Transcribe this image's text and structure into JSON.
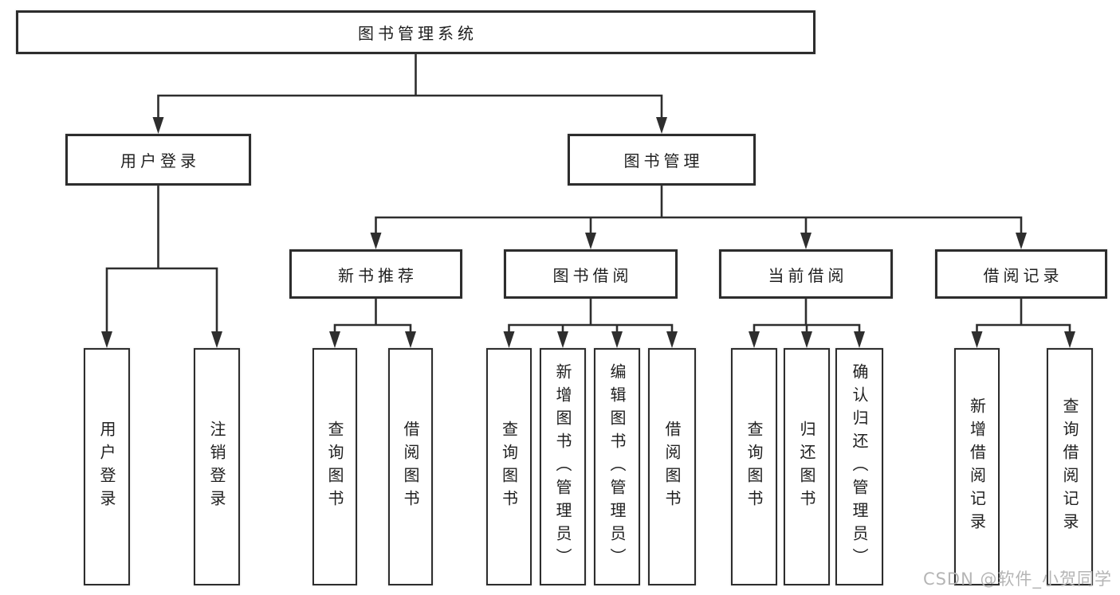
{
  "diagram": {
    "type": "hierarchy-diagram",
    "colors": {
      "line": "#2e2e2e",
      "box_border": "#2d2d2d",
      "text": "#1f1f1f",
      "watermark": "#b5b5b5",
      "background": "#ffffff"
    },
    "tree": {
      "root": {
        "label": "图书管理系统"
      },
      "branches": [
        {
          "label": "用户登录",
          "children": [
            {
              "label": "用户登录"
            },
            {
              "label": "注销登录"
            }
          ]
        },
        {
          "label": "图书管理",
          "groups": [
            {
              "label": "新书推荐",
              "children": [
                {
                  "label": "查询图书"
                },
                {
                  "label": "借阅图书"
                }
              ]
            },
            {
              "label": "图书借阅",
              "children": [
                {
                  "label": "查询图书"
                },
                {
                  "label": "新增图书（管理员）"
                },
                {
                  "label": "编辑图书（管理员）"
                },
                {
                  "label": "借阅图书"
                }
              ]
            },
            {
              "label": "当前借阅",
              "children": [
                {
                  "label": "查询图书"
                },
                {
                  "label": "归还图书"
                },
                {
                  "label": "确认归还（管理员）"
                }
              ]
            },
            {
              "label": "借阅记录",
              "children": [
                {
                  "label": "新增借阅记录"
                },
                {
                  "label": "查询借阅记录"
                }
              ]
            }
          ]
        }
      ]
    },
    "watermark": {
      "text": "CSDN @软件_小贺同学"
    }
  }
}
